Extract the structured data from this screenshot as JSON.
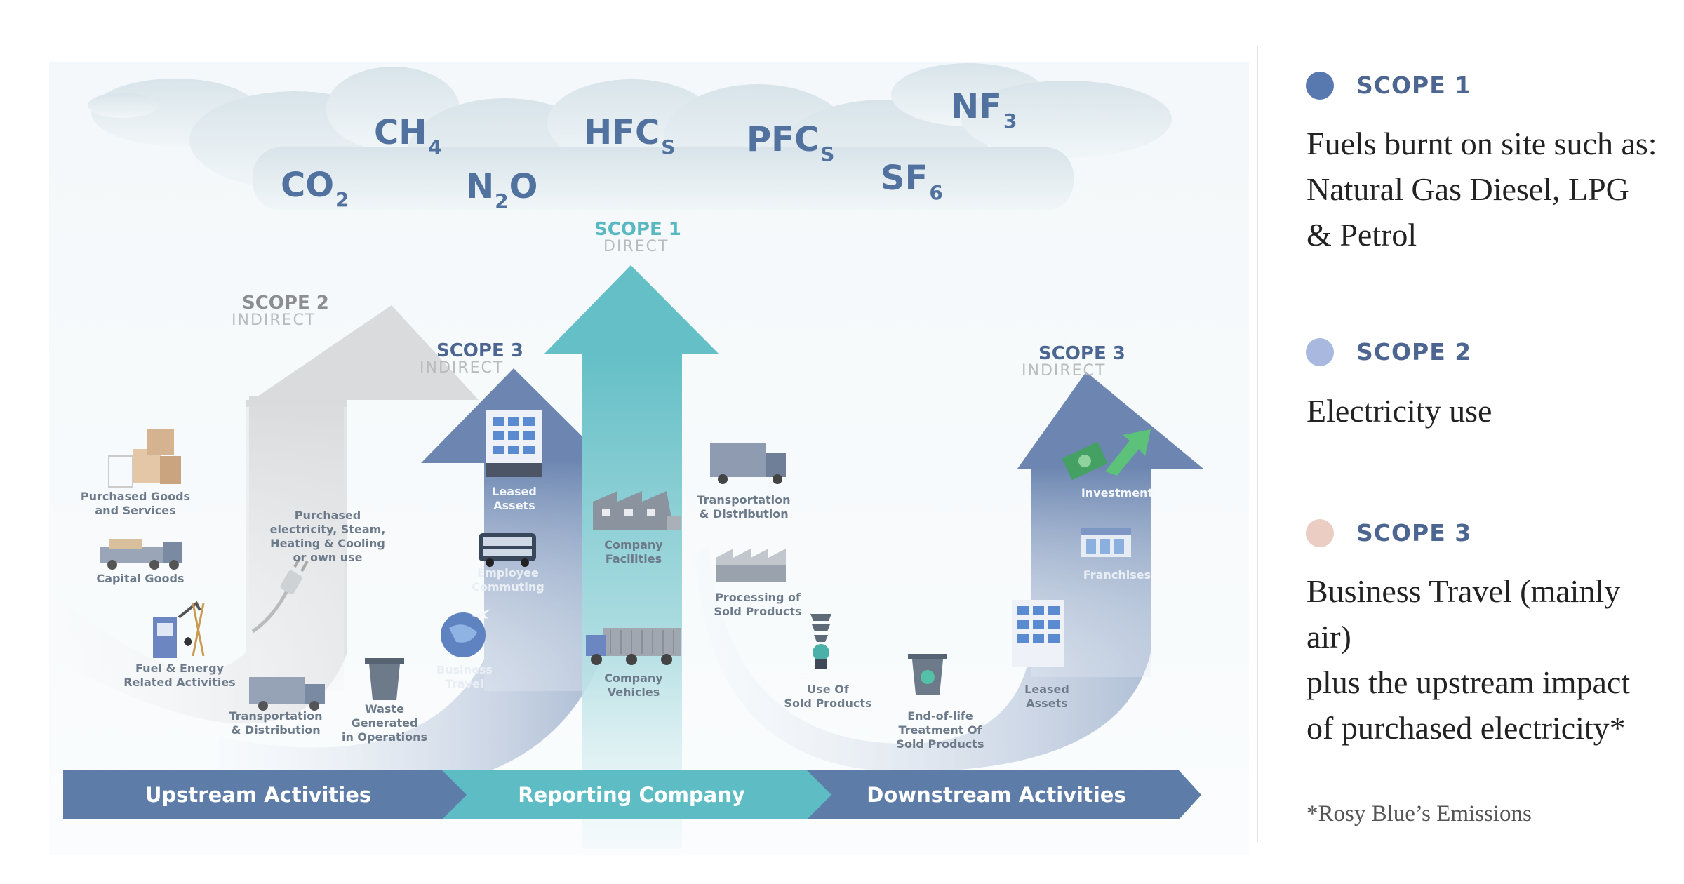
{
  "gases": [
    {
      "base": "CO",
      "sub": "2"
    },
    {
      "base": "CH",
      "sub": "4"
    },
    {
      "base": "N",
      "sub": "2",
      "after": "O"
    },
    {
      "base": "HFC",
      "sub": "S"
    },
    {
      "base": "PFC",
      "sub": "S"
    },
    {
      "base": "SF",
      "sub": "6"
    },
    {
      "base": "NF",
      "sub": "3"
    }
  ],
  "arrows": {
    "scope2": {
      "title": "SCOPE 2",
      "subtitle": "INDIRECT"
    },
    "scope3_up": {
      "title": "SCOPE 3",
      "subtitle": "INDIRECT"
    },
    "scope1": {
      "title": "SCOPE 1",
      "subtitle": "DIRECT"
    },
    "scope3_down": {
      "title": "SCOPE 3",
      "subtitle": "INDIRECT"
    }
  },
  "items": {
    "purchased_goods": [
      "Purchased Goods",
      "and Services"
    ],
    "capital_goods": [
      "Capital Goods"
    ],
    "fuel_energy": [
      "Fuel & Energy",
      "Related Activities"
    ],
    "purchased_electricity": [
      "Purchased",
      "electricity, Steam,",
      "Heating & Cooling",
      "or own use"
    ],
    "transport_up": [
      "Transportation",
      "& Distribution"
    ],
    "waste": [
      "Waste",
      "Generated",
      "in Operations"
    ],
    "business_travel": [
      "Business",
      "Travel"
    ],
    "employee_commuting": [
      "Employee",
      "Commuting"
    ],
    "leased_up": [
      "Leased",
      "Assets"
    ],
    "company_facilities": [
      "Company",
      "Facilities"
    ],
    "company_vehicles": [
      "Company",
      "Vehicles"
    ],
    "transport_down": [
      "Transportation",
      "& Distribution"
    ],
    "processing": [
      "Processing of",
      "Sold Products"
    ],
    "use_sold": [
      "Use Of",
      "Sold Products"
    ],
    "end_of_life": [
      "End-of-life",
      "Treatment Of",
      "Sold Products"
    ],
    "leased_down": [
      "Leased",
      "Assets"
    ],
    "franchises": [
      "Franchises"
    ],
    "investment": [
      "Investment"
    ]
  },
  "banner": {
    "upstream": "Upstream Activities",
    "reporting": "Reporting Company",
    "downstream": "Downstream Activities"
  },
  "legend": [
    {
      "title": "SCOPE 1",
      "color": "#5878b0",
      "lines": [
        "Fuels burnt on site such as:",
        "Natural Gas Diesel, LPG",
        "& Petrol"
      ]
    },
    {
      "title": "SCOPE 2",
      "color": "#a8b8df",
      "lines": [
        "Electricity use"
      ]
    },
    {
      "title": "SCOPE 3",
      "color": "#ebcdc3",
      "lines": [
        "Business Travel (mainly air)",
        "plus the upstream impact",
        "of purchased electricity*"
      ]
    }
  ],
  "footnote": "*Rosy Blue’s Emissions"
}
